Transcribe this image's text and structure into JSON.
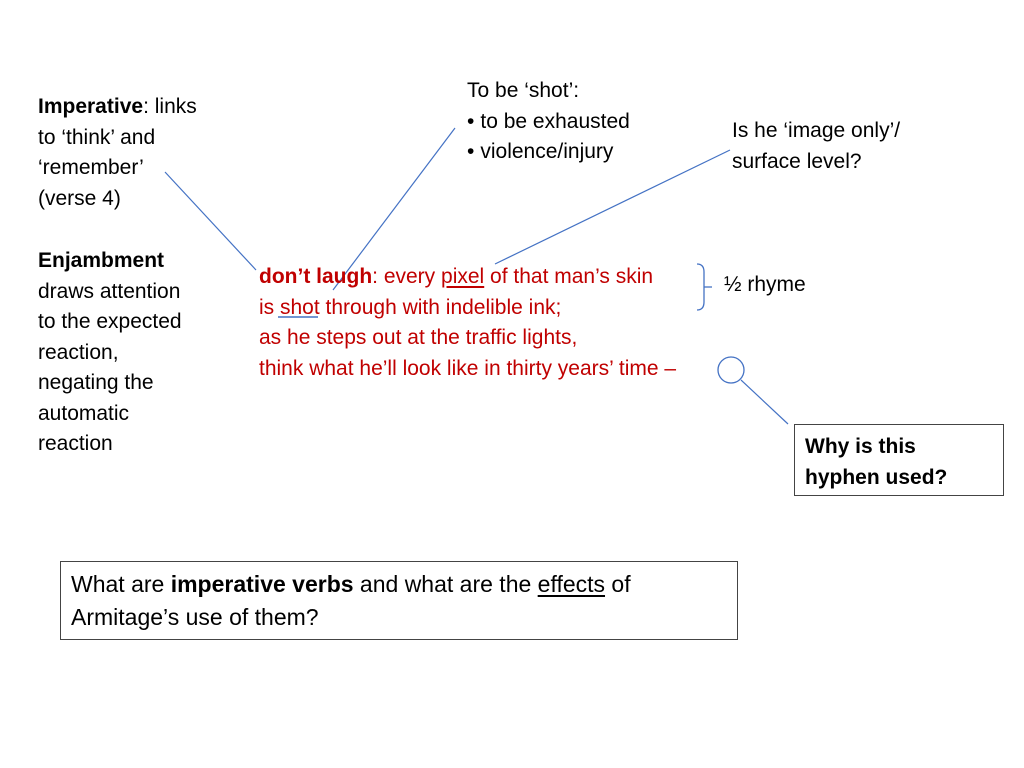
{
  "left_notes": {
    "imperative_term": "Imperative",
    "imperative_rest_l1": ": links",
    "imperative_l2": "to ‘think’ and",
    "imperative_l3": "‘remember’",
    "imperative_l4": "(verse 4)",
    "enjambment_term": "Enjambment",
    "enj_l1": "draws attention",
    "enj_l2": "to the expected",
    "enj_l3": "reaction,",
    "enj_l4": "negating the",
    "enj_l5": "automatic",
    "enj_l6": "reaction"
  },
  "shot_note": {
    "title": "To be ‘shot’:",
    "bullets": [
      "to be exhausted",
      "violence/injury"
    ]
  },
  "image_note": {
    "l1": "Is he ‘image only’/",
    "l2": "surface level?"
  },
  "poem": {
    "l1_bold": "don’t laugh",
    "l1_a": ": every ",
    "l1_pixel": "pixel",
    "l1_b": " of that man’s skin",
    "l2_a": "is ",
    "l2_shot": "shot",
    "l2_b": " through with indelible ink;",
    "l3": "as he steps out at the traffic lights,",
    "l4": "think what he’ll look like in thirty years’ time –"
  },
  "rhyme_note": "½ rhyme",
  "hyphen_box": {
    "l1": "Why is this",
    "l2": "hyphen used?"
  },
  "question_box": {
    "a": "What are ",
    "bold": "imperative verbs",
    "b": " and what are the ",
    "underlined": "effects",
    "c": " of",
    "l2": "Armitage’s use of them?"
  },
  "colors": {
    "poem": "#c00000",
    "connector": "#4472c4"
  }
}
